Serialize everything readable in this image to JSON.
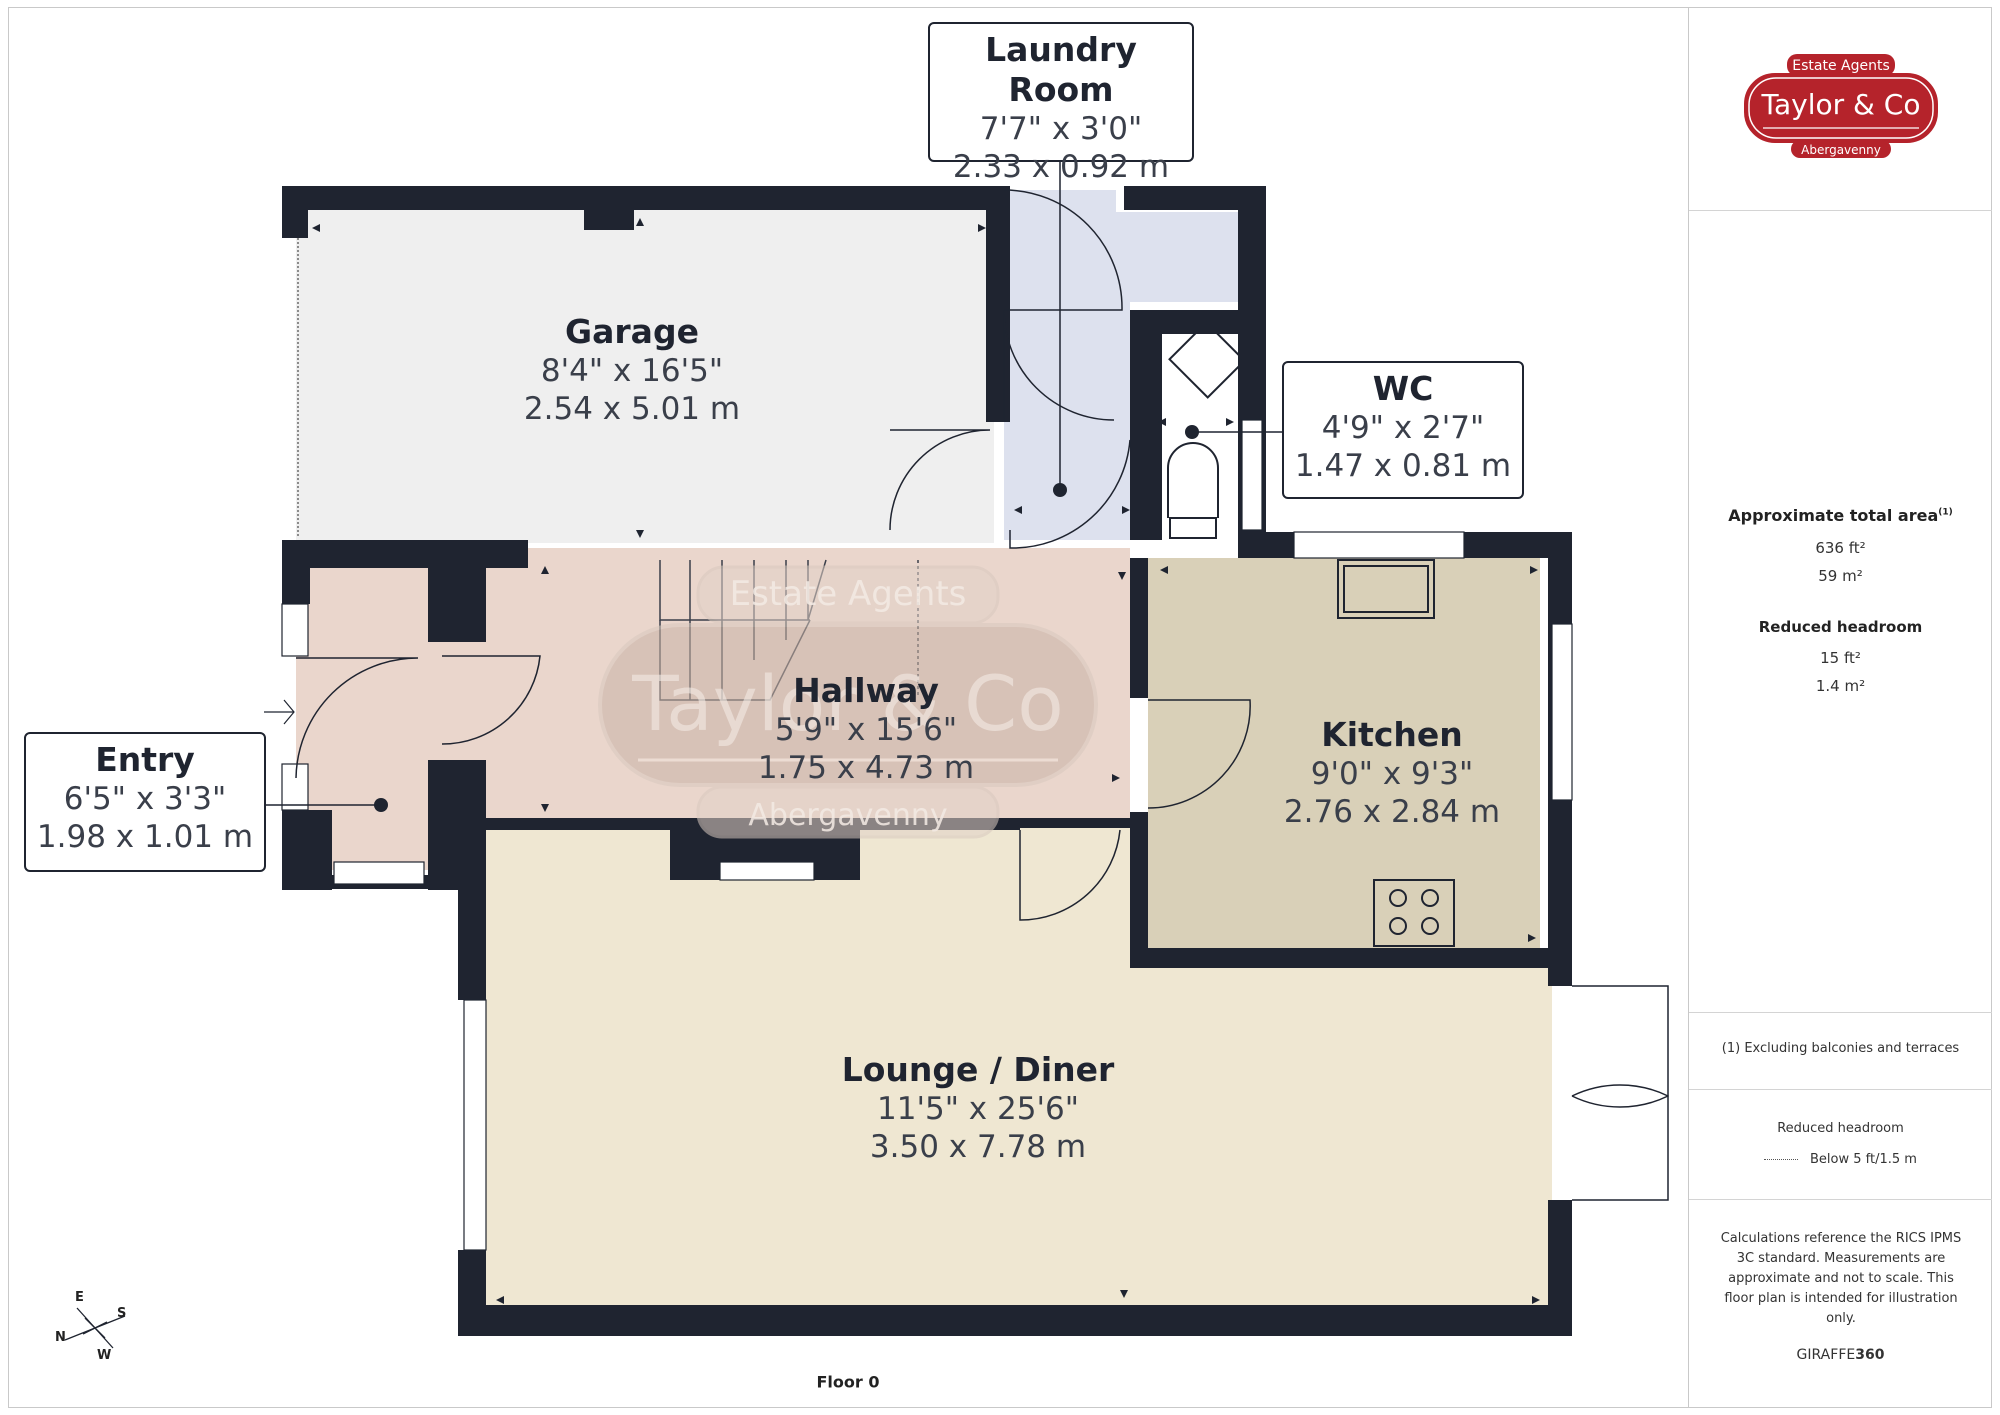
{
  "rooms": {
    "garage": {
      "name": "Garage",
      "imperial": "8'4\" x 16'5\"",
      "metric": "2.54 x 5.01 m"
    },
    "laundry": {
      "name": "Laundry Room",
      "imperial": "7'7\" x 3'0\"",
      "metric": "2.33 x 0.92 m"
    },
    "wc": {
      "name": "WC",
      "imperial": "4'9\" x 2'7\"",
      "metric": "1.47 x 0.81 m"
    },
    "entry": {
      "name": "Entry",
      "imperial": "6'5\" x 3'3\"",
      "metric": "1.98 x 1.01 m"
    },
    "hallway": {
      "name": "Hallway",
      "imperial": "5'9\" x 15'6\"",
      "metric": "1.75 x 4.73 m"
    },
    "kitchen": {
      "name": "Kitchen",
      "imperial": "9'0\" x 9'3\"",
      "metric": "2.76 x 2.84 m"
    },
    "lounge": {
      "name": "Lounge / Diner",
      "imperial": "11'5\" x 25'6\"",
      "metric": "3.50 x 7.78 m"
    }
  },
  "floor_label": "Floor 0",
  "logo": {
    "top": "Estate Agents",
    "main": "Taylor & Co",
    "bottom": "Abergavenny"
  },
  "watermark": {
    "top": "Estate Agents",
    "main": "Taylor & Co",
    "bottom": "Abergavenny"
  },
  "area": {
    "title": "Approximate total area",
    "title_sup": "(1)",
    "total_ft": "636 ft²",
    "total_m": "59 m²",
    "reduced_title": "Reduced headroom",
    "reduced_ft": "15 ft²",
    "reduced_m": "1.4 m²"
  },
  "footnote": "(1) Excluding balconies and terraces",
  "legend": {
    "title": "Reduced headroom",
    "item": "Below 5 ft/1.5 m"
  },
  "disclaimer": "Calculations reference the RICS IPMS 3C standard. Measurements are approximate and not to scale. This floor plan is intended for illustration only.",
  "brand": {
    "prefix": "GIRAFFE",
    "suffix": "360"
  },
  "compass": {
    "n": "N",
    "e": "E",
    "s": "S",
    "w": "W"
  },
  "colors": {
    "wall": "#1f2430",
    "garage": "#efefef",
    "laundry": "#dde1ee",
    "hallway": "#ead6cc",
    "kitchen": "#d9d0b8",
    "lounge": "#efe7d2",
    "logo_red": "#b5232b"
  }
}
